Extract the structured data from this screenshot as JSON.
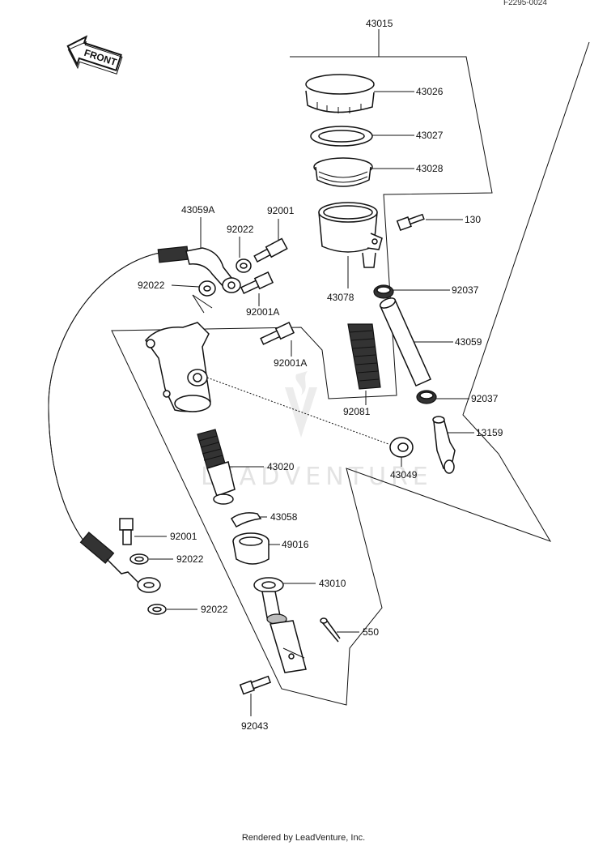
{
  "ref_code": "F2295-0024",
  "front_label": "FRONT",
  "watermark": "LEADVENTURE",
  "footer": "Rendered by LeadVenture, Inc.",
  "parts": {
    "p43015": "43015",
    "p43026": "43026",
    "p43027": "43027",
    "p43028": "43028",
    "p130": "130",
    "p43078": "43078",
    "p92037a": "92037",
    "p43059": "43059",
    "p92081": "92081",
    "p92037b": "92037",
    "p13159": "13159",
    "p43049": "43049",
    "p43059A": "43059A",
    "p92001a": "92001",
    "p92022a": "92022",
    "p92022b": "92022",
    "p92001A1": "92001A",
    "p92001A2": "92001A",
    "p43020": "43020",
    "p43058": "43058",
    "p49016": "49016",
    "p92001b": "92001",
    "p92022c": "92022",
    "p43010": "43010",
    "p92022d": "92022",
    "p550": "550",
    "p92043": "92043"
  }
}
